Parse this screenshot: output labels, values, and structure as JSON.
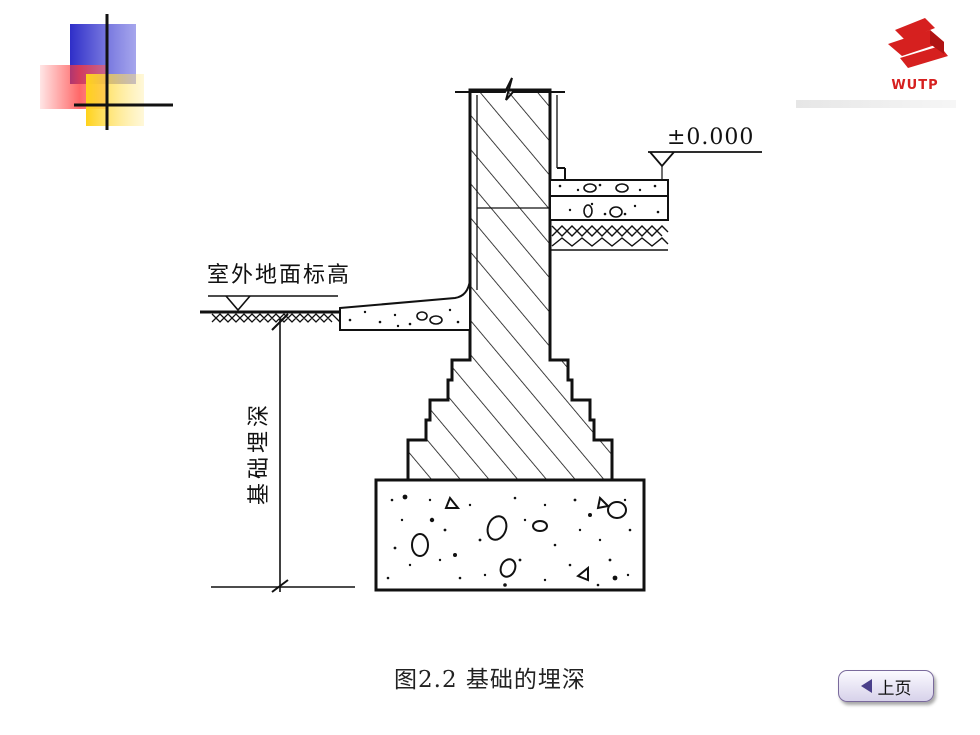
{
  "figure": {
    "elevation_label": "±0.000",
    "outdoor_ground_label": "室外地面标高",
    "depth_label": "基础埋深",
    "caption": "图2.2 基础的埋深"
  },
  "logo": {
    "text": "WUTP",
    "color": "#d6201f"
  },
  "navigation": {
    "prev_label": "上页"
  },
  "colors": {
    "deco_blue": "#3333cc",
    "deco_red": "#ff3a3a",
    "deco_yellow": "#ffd21a",
    "button_border": "#7a6a9c"
  }
}
